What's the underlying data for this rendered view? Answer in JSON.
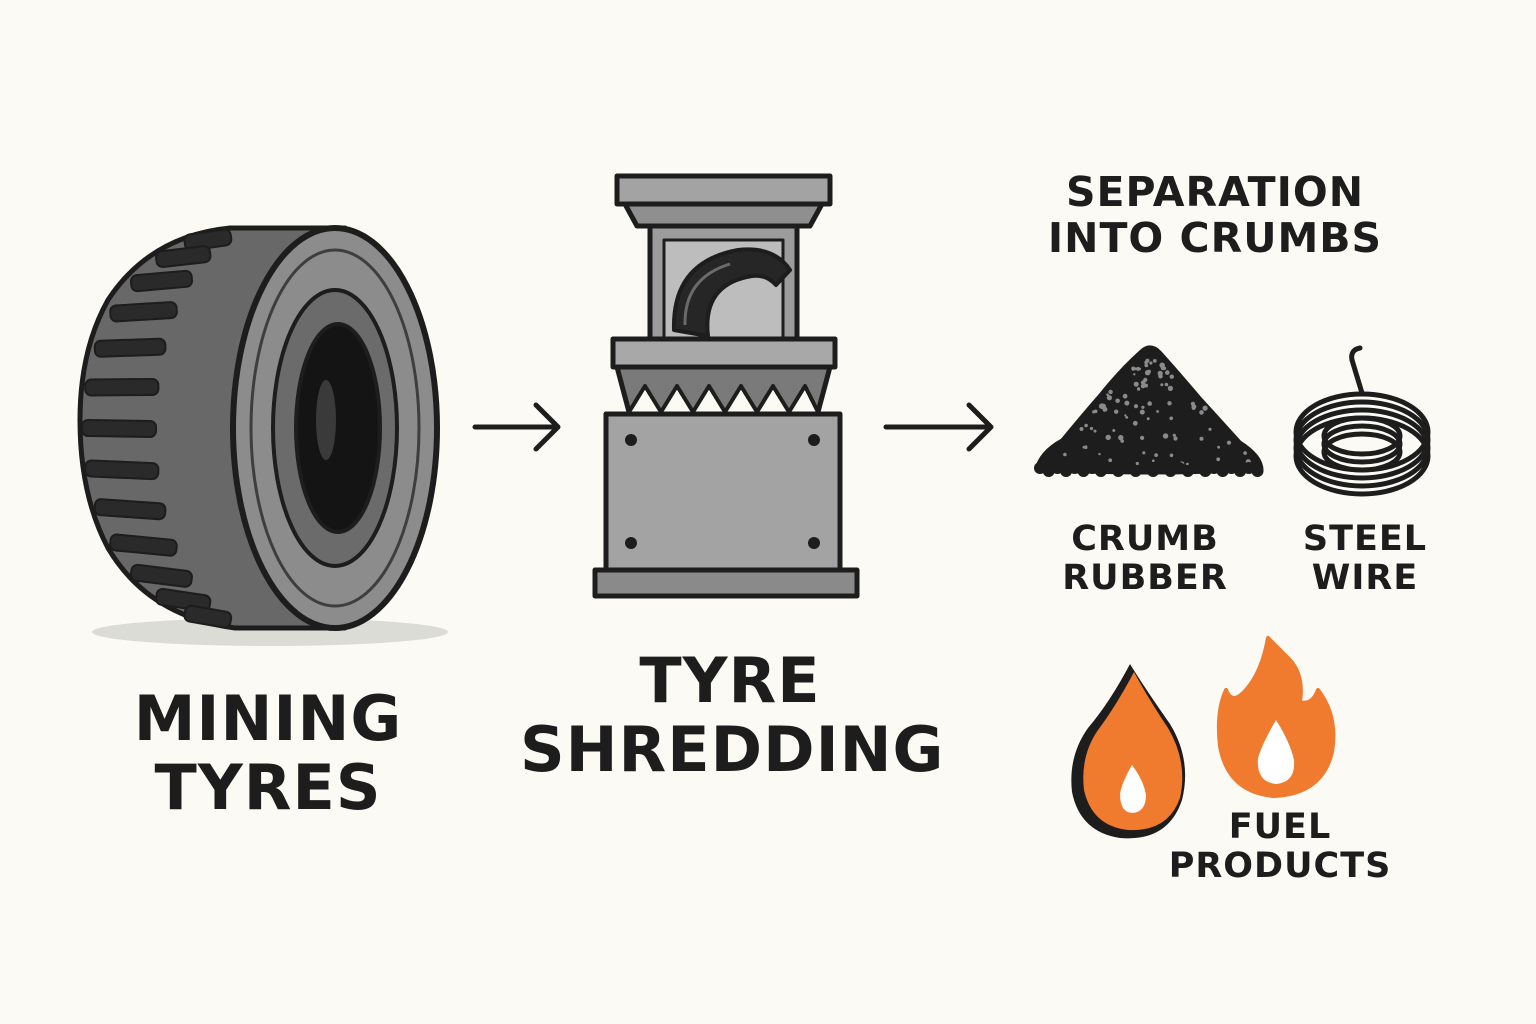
{
  "stages": {
    "input": {
      "line1": "MINING",
      "line2": "TYRES",
      "icon": "mining-tyre-icon"
    },
    "process": {
      "line1": "TYRE",
      "line2": "SHREDDING",
      "icon": "tyre-shredder-icon"
    },
    "separation": {
      "line1": "SEPARATION",
      "line2": "INTO CRUMBS"
    }
  },
  "outputs": {
    "crumb": {
      "line1": "CRUMB",
      "line2": "RUBBER",
      "icon": "crumb-rubber-pile-icon"
    },
    "steel": {
      "line1": "STEEL",
      "line2": "WIRE",
      "icon": "steel-wire-coil-icon"
    },
    "fuel": {
      "line1": "FUEL",
      "line2": "PRODUCTS",
      "icon": "flame-icon"
    }
  },
  "colors": {
    "background": "#fbfaf5",
    "ink": "#1d1d1d",
    "rubber": "#5c5c5c",
    "metal": "#9a9a9a",
    "flame": "#f07a2e"
  }
}
